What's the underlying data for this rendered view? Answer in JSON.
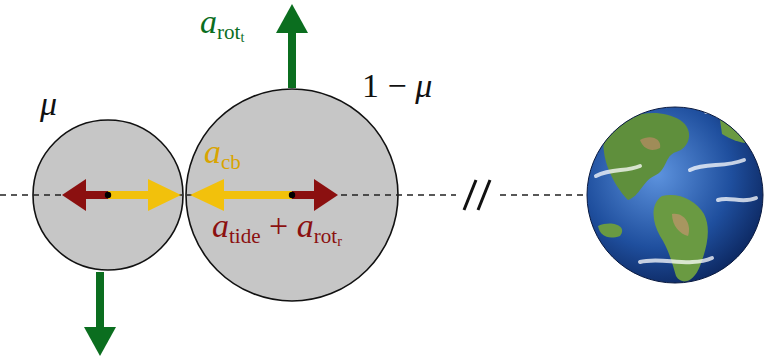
{
  "diagram": {
    "nodes": [
      {
        "text": [
          "μ"
        ]
      },
      {
        "text": [
          "1 − μ"
        ]
      }
    ],
    "labels": [
      "arott",
      "acb",
      "atide + arotr"
    ]
  }
}
